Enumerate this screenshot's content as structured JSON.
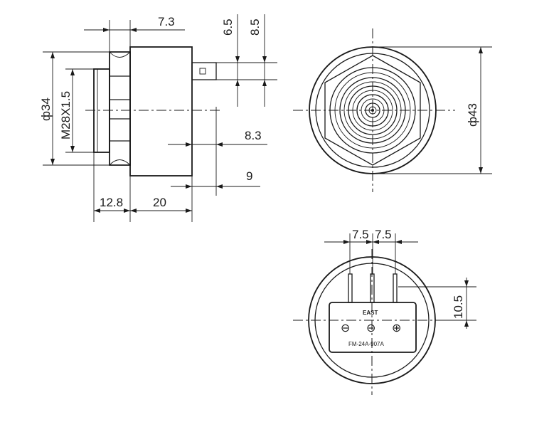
{
  "side_view": {
    "dims": {
      "d_7_3": "7.3",
      "d_6_5": "6.5",
      "d_8_5": "8.5",
      "d_phi34": "ф34",
      "d_m28": "M28X1.5",
      "d_8_3": "8.3",
      "d_9": "9",
      "d_12_8": "12.8",
      "d_20": "20"
    }
  },
  "front_view": {
    "dims": {
      "d_phi43": "ф43"
    }
  },
  "rear_view": {
    "dims": {
      "d_7_5_left": "7.5",
      "d_7_5_right": "7.5",
      "d_10_5": "10.5"
    },
    "label": {
      "brand": "EAST",
      "model": "FM-24A-907A",
      "terminal_symbols": [
        "⊖",
        "⊖",
        "⊕"
      ]
    }
  }
}
